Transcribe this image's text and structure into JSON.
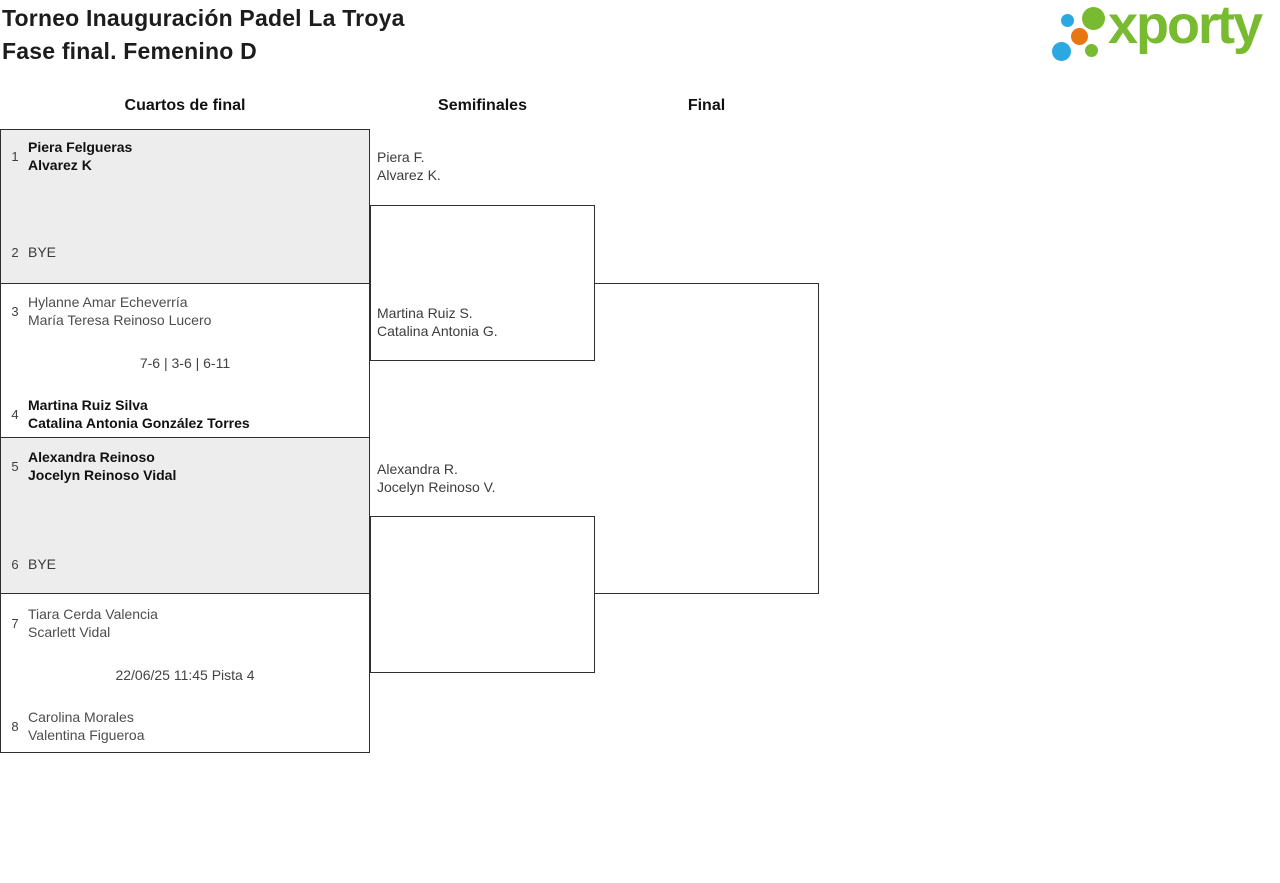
{
  "header": {
    "title_line1": "Torneo Inauguración Padel La Troya",
    "title_line2": "Fase final. Femenino D"
  },
  "logo": {
    "brand": "xporty",
    "colors": {
      "green": "#79bb30",
      "blue": "#29a9e0",
      "orange": "#e87613"
    }
  },
  "rounds": {
    "quarterfinals": "Cuartos de final",
    "semifinals": "Semifinales",
    "final": "Final"
  },
  "quarterfinals": [
    {
      "top": {
        "seed": "1",
        "line1": "Piera Felgueras",
        "line2": "Alvarez K"
      },
      "bottom": {
        "seed": "2",
        "line1": "BYE",
        "line2": ""
      },
      "note": ""
    },
    {
      "top": {
        "seed": "3",
        "line1": "Hylanne Amar Echeverría",
        "line2": "María Teresa Reinoso Lucero"
      },
      "bottom": {
        "seed": "4",
        "line1": "Martina Ruiz Silva",
        "line2": "Catalina Antonia González Torres"
      },
      "note": "7-6 | 3-6 | 6-11"
    },
    {
      "top": {
        "seed": "5",
        "line1": "Alexandra Reinoso",
        "line2": "Jocelyn Reinoso Vidal"
      },
      "bottom": {
        "seed": "6",
        "line1": "BYE",
        "line2": ""
      },
      "note": ""
    },
    {
      "top": {
        "seed": "7",
        "line1": "Tiara Cerda Valencia",
        "line2": "Scarlett Vidal"
      },
      "bottom": {
        "seed": "8",
        "line1": "Carolina Morales",
        "line2": "Valentina Figueroa"
      },
      "note": "22/06/25 11:45 Pista 4"
    }
  ],
  "semifinals": [
    {
      "top_team": {
        "line1": "Piera F.",
        "line2": "Alvarez K."
      },
      "bottom_team": {
        "line1": "Martina Ruiz S.",
        "line2": "Catalina Antonia G."
      }
    },
    {
      "top_team": {
        "line1": "Alexandra R.",
        "line2": "Jocelyn Reinoso V."
      },
      "bottom_team": {
        "line1": "",
        "line2": ""
      }
    }
  ]
}
